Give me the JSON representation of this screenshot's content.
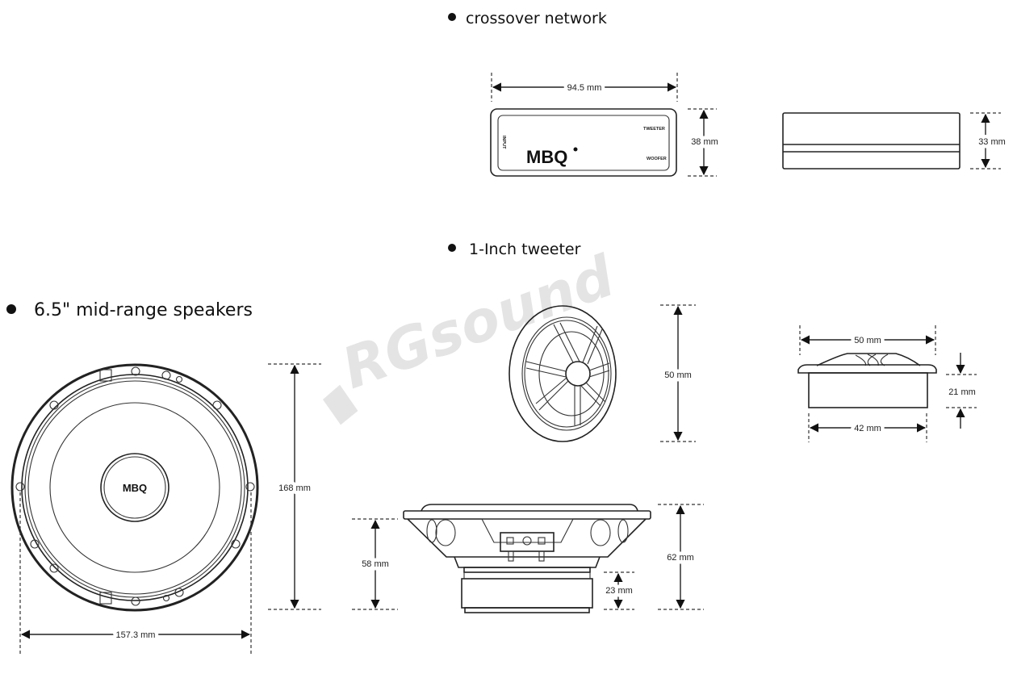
{
  "sections": {
    "crossover": {
      "title": "crossover network"
    },
    "tweeter": {
      "title": "1-Inch tweeter"
    },
    "midrange": {
      "title": "6.5\" mid-range speakers"
    }
  },
  "crossover_labels": {
    "brand": "MBQ",
    "tweeter": "TWEETER",
    "woofer": "WOOFER",
    "input": "INPUT"
  },
  "midrange_logo": "MBQ",
  "watermark": "RGsound",
  "dimensions": {
    "crossover_width": "94.5 mm",
    "crossover_depth": "38 mm",
    "crossover_height": "33 mm",
    "tweeter_diameter_front": "50 mm",
    "tweeter_flange_width": "50 mm",
    "tweeter_depth": "21 mm",
    "tweeter_body_width": "42 mm",
    "mid_height": "168 mm",
    "mid_width": "157.3 mm",
    "mid_mount_depth": "58 mm",
    "mid_magnet_height": "23 mm",
    "mid_total_depth": "62 mm"
  },
  "colors": {
    "line": "#222222",
    "watermark": "#e4e4e4"
  }
}
